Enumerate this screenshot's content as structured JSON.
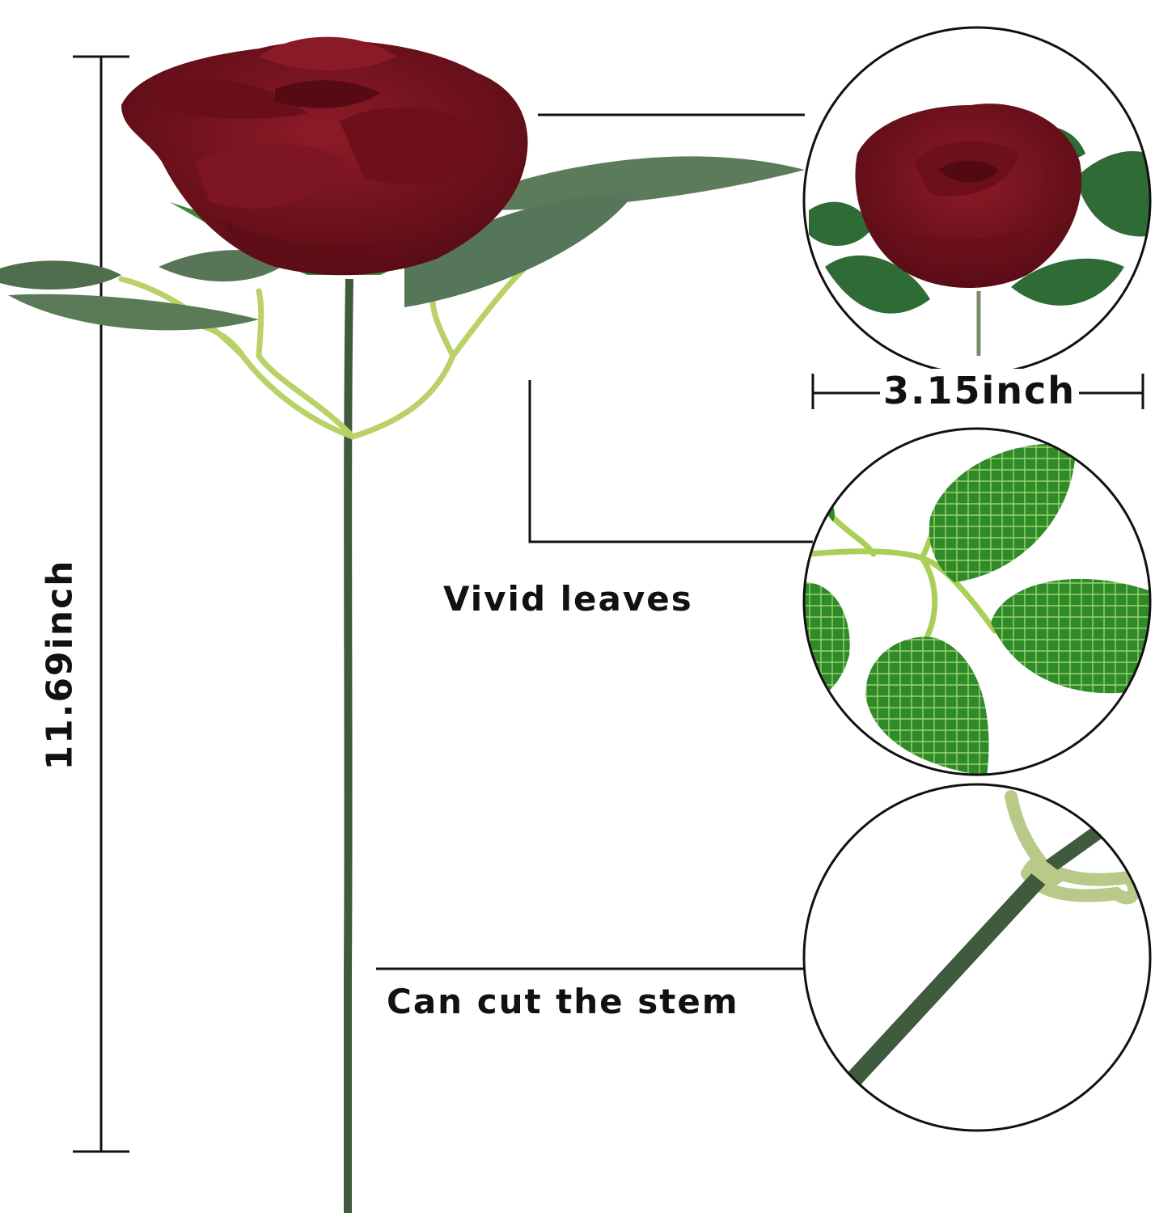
{
  "measurements": {
    "height": "11.69inch",
    "flower_width": "3.15inch"
  },
  "features": {
    "leaves": "Vivid leaves",
    "stem": "Can cut the stem"
  },
  "colors": {
    "petal": "#7a1420",
    "petal_dark": "#4e0a12",
    "leaf": "#4f6e4e",
    "leaf_bright": "#2f8a2a",
    "stem": "#3f5a3c",
    "branch": "#b9d166",
    "line": "#111111"
  }
}
